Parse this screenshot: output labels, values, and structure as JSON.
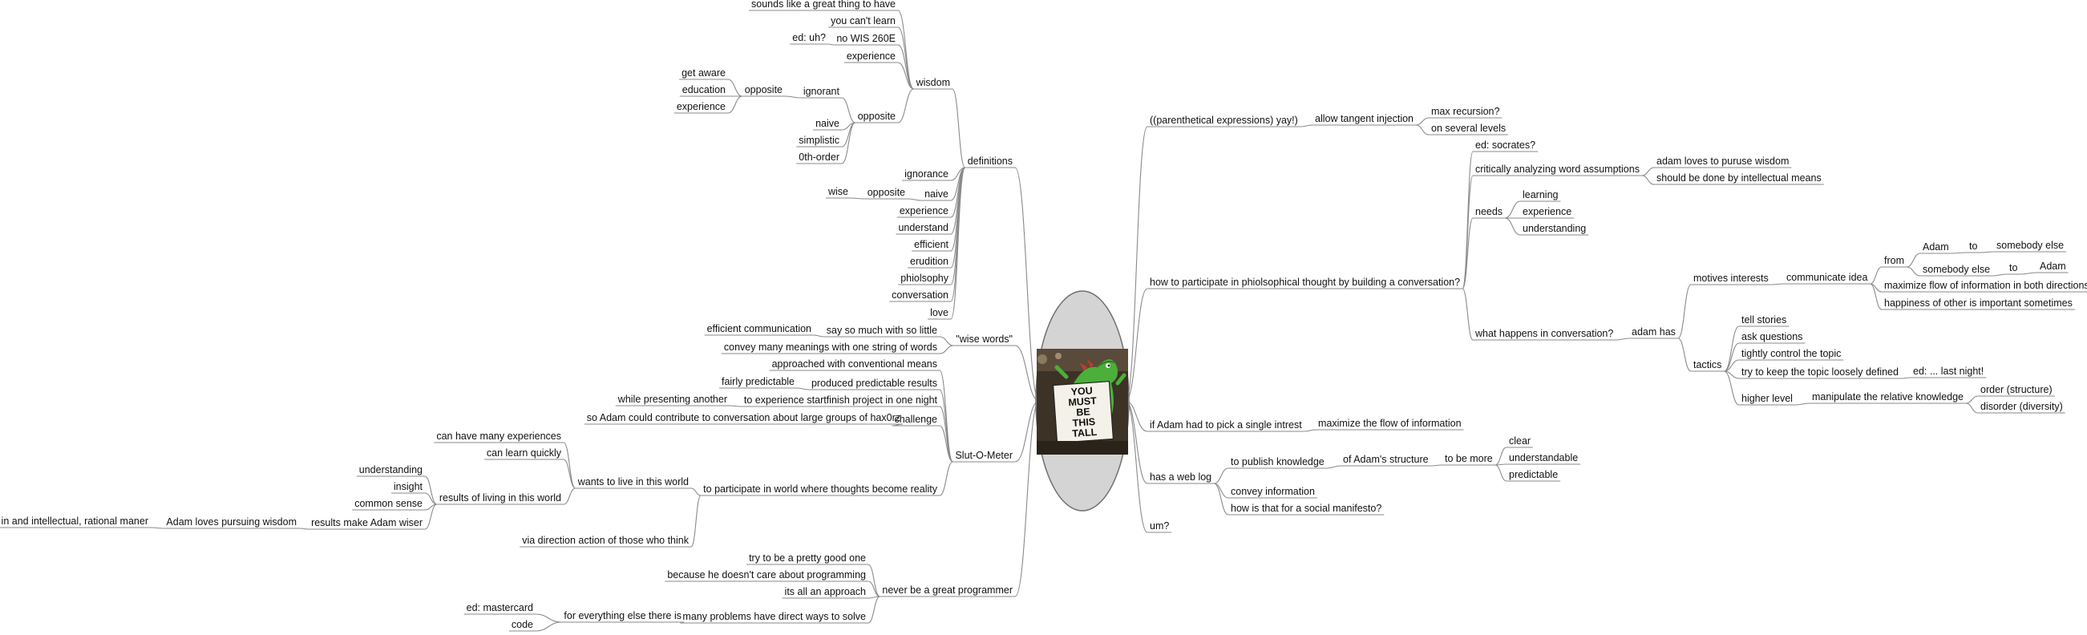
{
  "palette": {
    "edge": "#8a8a8a",
    "text": "#111111",
    "center_fill": "#d4d4d4",
    "center_stroke": "#6f6f6f"
  },
  "center": {
    "image": "cartoon-dinosaur-holding-sign",
    "sign_lines": [
      "YOU",
      "MUST",
      "BE",
      "THIS",
      "TALL"
    ]
  },
  "nodes": {
    "definitions": "definitions",
    "wisdom": "wisdom",
    "sounds_like": "sounds like a great thing to have",
    "you_cant_learn": "you can't learn",
    "no_wis": "no WIS 260E",
    "ed_uh": "ed: uh?",
    "experience_a": "experience",
    "opposite_a": "opposite",
    "ignorant": "ignorant",
    "opposite_b": "opposite",
    "get_aware": "get aware",
    "education": "education",
    "experience_b": "experience",
    "naive_a": "naive",
    "simplistic": "simplistic",
    "zeroth_order": "0th-order",
    "ignorance": "ignorance",
    "naive_b": "naive",
    "opposite_c": "opposite",
    "wise": "wise",
    "experience_c": "experience",
    "understand": "understand",
    "efficient": "efficient",
    "erudition": "erudition",
    "phiolsophy": "phiolsophy",
    "conversation_a": "conversation",
    "love": "love",
    "wise_words": "\"wise words\"",
    "say_so_much": "say so much with so little",
    "efficient_comm": "efficient communication",
    "convey_many": "convey many meanings with one string of words",
    "slut_o_meter": "Slut-O-Meter",
    "approached": "approached with conventional means",
    "produced": "produced predictable results",
    "fairly_predictable": "fairly predictable",
    "to_experience": "to experience startfinish project in one night",
    "while_presenting": "while presenting another",
    "challenge": "challenge",
    "so_adam": "so Adam could contribute to conversation about large groups of hax0rz",
    "to_participate": "to participate in world where thoughts become reality",
    "wants_to_live": "wants to live in this world",
    "can_have_many": "can have many experiences",
    "can_learn": "can learn quickly",
    "results_living": "results of living in this world",
    "understanding_a": "understanding",
    "insight": "insight",
    "common_sense": "common sense",
    "results_wiser": "results make Adam wiser",
    "adam_loves": "Adam loves pursuing wisdom",
    "in_and_intellectual": "in and intellectual, rational maner",
    "via_direction": "via direction action of those who think",
    "never_programmer": "never be a great programmer",
    "try_pretty_good": "try to be a pretty good one",
    "because_doesnt": "because he doesn't care about programming",
    "its_all": "its all an approach",
    "many_problems": "many problems have direct ways to solve",
    "for_everything": "for everything else there is",
    "ed_mastercard": "ed: mastercard",
    "code": "code",
    "parenthetical": "((parenthetical expressions) yay!)",
    "allow_tangent": "allow tangent injection",
    "max_recursion": "max recursion?",
    "on_several": "on several levels",
    "how_to_participate": "how to participate in phiolsophical thought by building a conversation?",
    "ed_socrates": "ed: socrates?",
    "critically": "critically analyzing word assumptions",
    "adam_loves_puruse": "adam loves to puruse wisdom",
    "should_be_done": "should be done by intellectual means",
    "needs": "needs",
    "learning": "learning",
    "experience_d": "experience",
    "understanding_b": "understanding",
    "what_happens": "what happens in conversation?",
    "adam_has": "adam has",
    "motives": "motives interests",
    "communicate_idea": "communicate idea",
    "from": "from",
    "adam_a": "Adam",
    "to_a": "to",
    "somebody_else_a": "somebody else",
    "somebody_else_b": "somebody else",
    "to_b": "to",
    "adam_b": "Adam",
    "maximize_flow_info": "maximize flow of information in both directions",
    "happiness": "happiness of other is important sometimes",
    "tactics": "tactics",
    "tell_stories": "tell stories",
    "ask_questions": "ask questions",
    "tightly_control": "tightly control the topic",
    "keep_loosely": "try to keep the topic loosely defined",
    "ed_last_night": "ed: ... last night!",
    "higher_level": "higher level",
    "manipulate": "manipulate the relative knowledge",
    "order_structure": "order (structure)",
    "disorder": "disorder (diversity)",
    "if_adam_single": "if Adam had to pick a single intrest",
    "maximize_flow": "maximize the flow of information",
    "has_web_log": "has a web log",
    "to_publish": "to publish knowledge",
    "of_adams_structure": "of Adam's structure",
    "to_be_more": "to be more",
    "clear": "clear",
    "understandable": "understandable",
    "predictable": "predictable",
    "convey_information": "convey information",
    "social_manifesto": "how is that for a social manifesto?",
    "um": "um?"
  }
}
